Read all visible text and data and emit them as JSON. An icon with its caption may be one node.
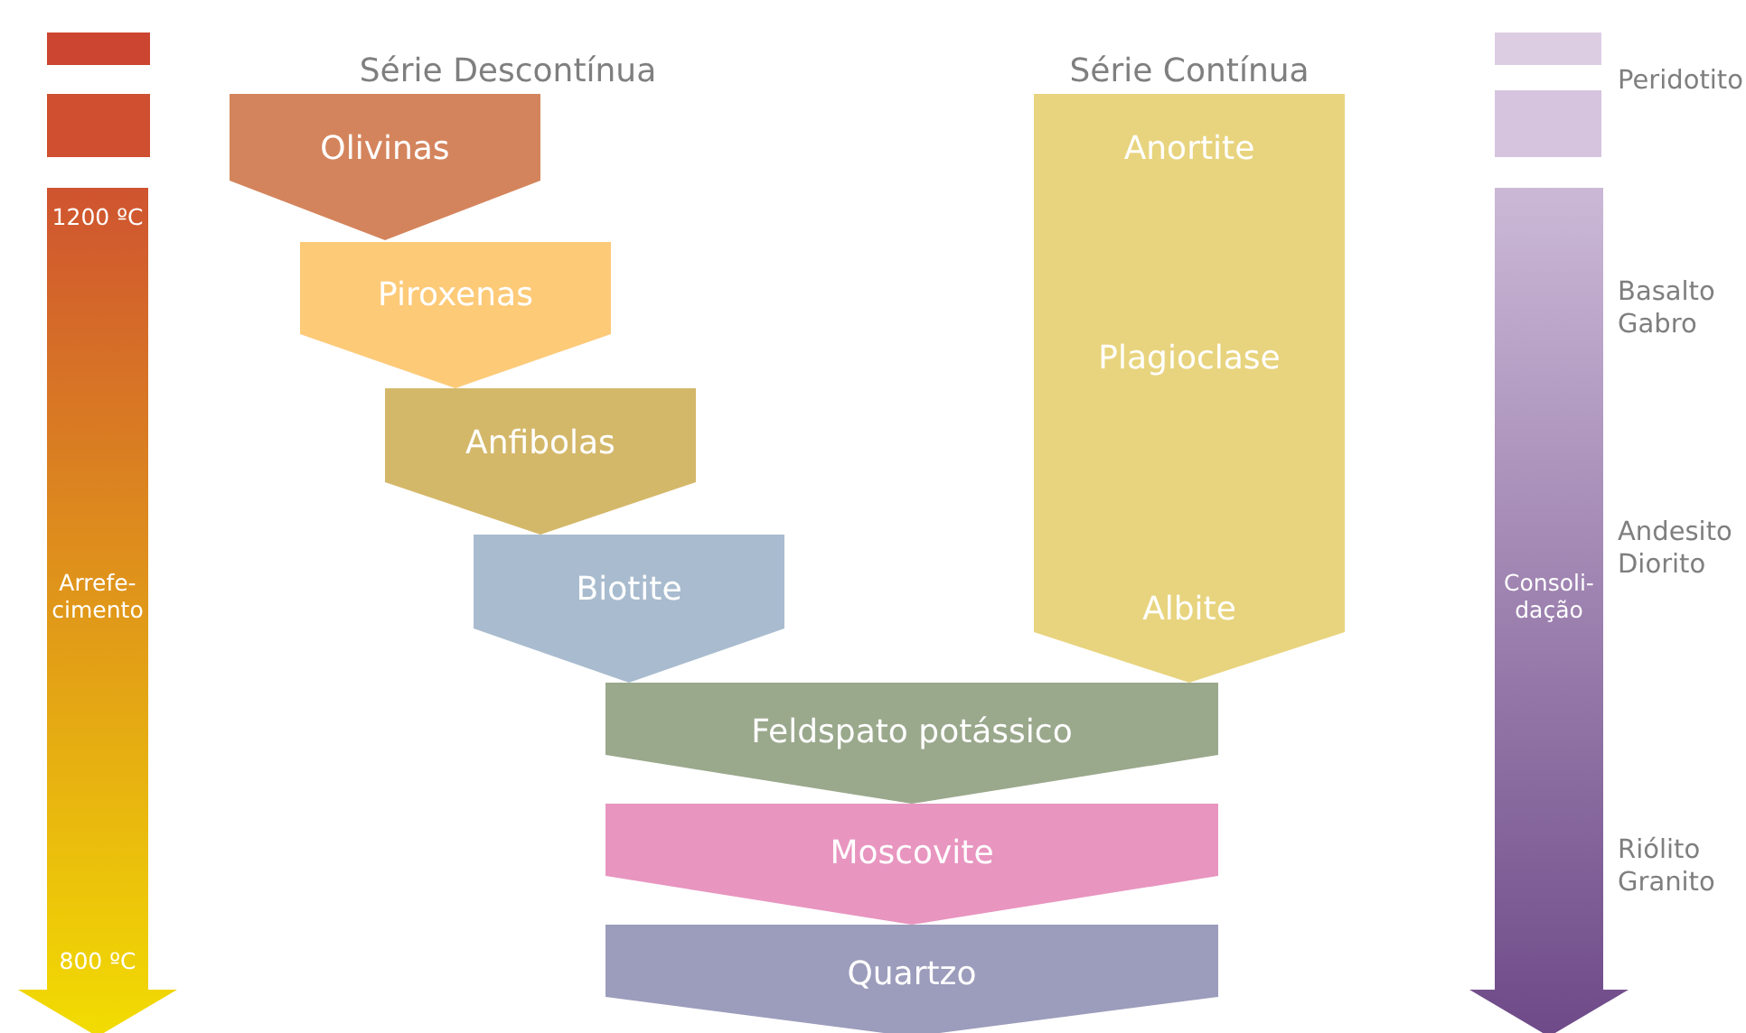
{
  "diagram": {
    "nodes": [
      {
        "text": [],
        "shape": "bar"
      },
      {
        "text": [],
        "shape": "bar"
      },
      {
        "text": [
          "1200 ºC",
          "Arrefe-cimento",
          "800 ºC"
        ]
      },
      {
        "text": [
          "Olivinas"
        ]
      },
      {
        "text": [
          "Piroxenas"
        ]
      },
      {
        "text": [
          "Anfibolas"
        ]
      },
      {
        "text": [
          "Biotite"
        ]
      },
      {
        "text": [
          "Anortite",
          "Plagioclase",
          "Albite"
        ]
      },
      {
        "text": [
          "Feldspato potássico"
        ]
      },
      {
        "text": [
          "Moscovite"
        ]
      },
      {
        "text": [
          "Quartzo"
        ]
      },
      {
        "text": [],
        "shape": "bar"
      },
      {
        "text": [],
        "shape": "bar"
      },
      {
        "text": [
          "Consoli-dação"
        ]
      }
    ],
    "labels": [
      "Série Descontínua",
      "Série Contínua",
      "Peridotito",
      "Basalto Gabro",
      "Andesito Diorito",
      "Riólito Granito"
    ]
  }
}
